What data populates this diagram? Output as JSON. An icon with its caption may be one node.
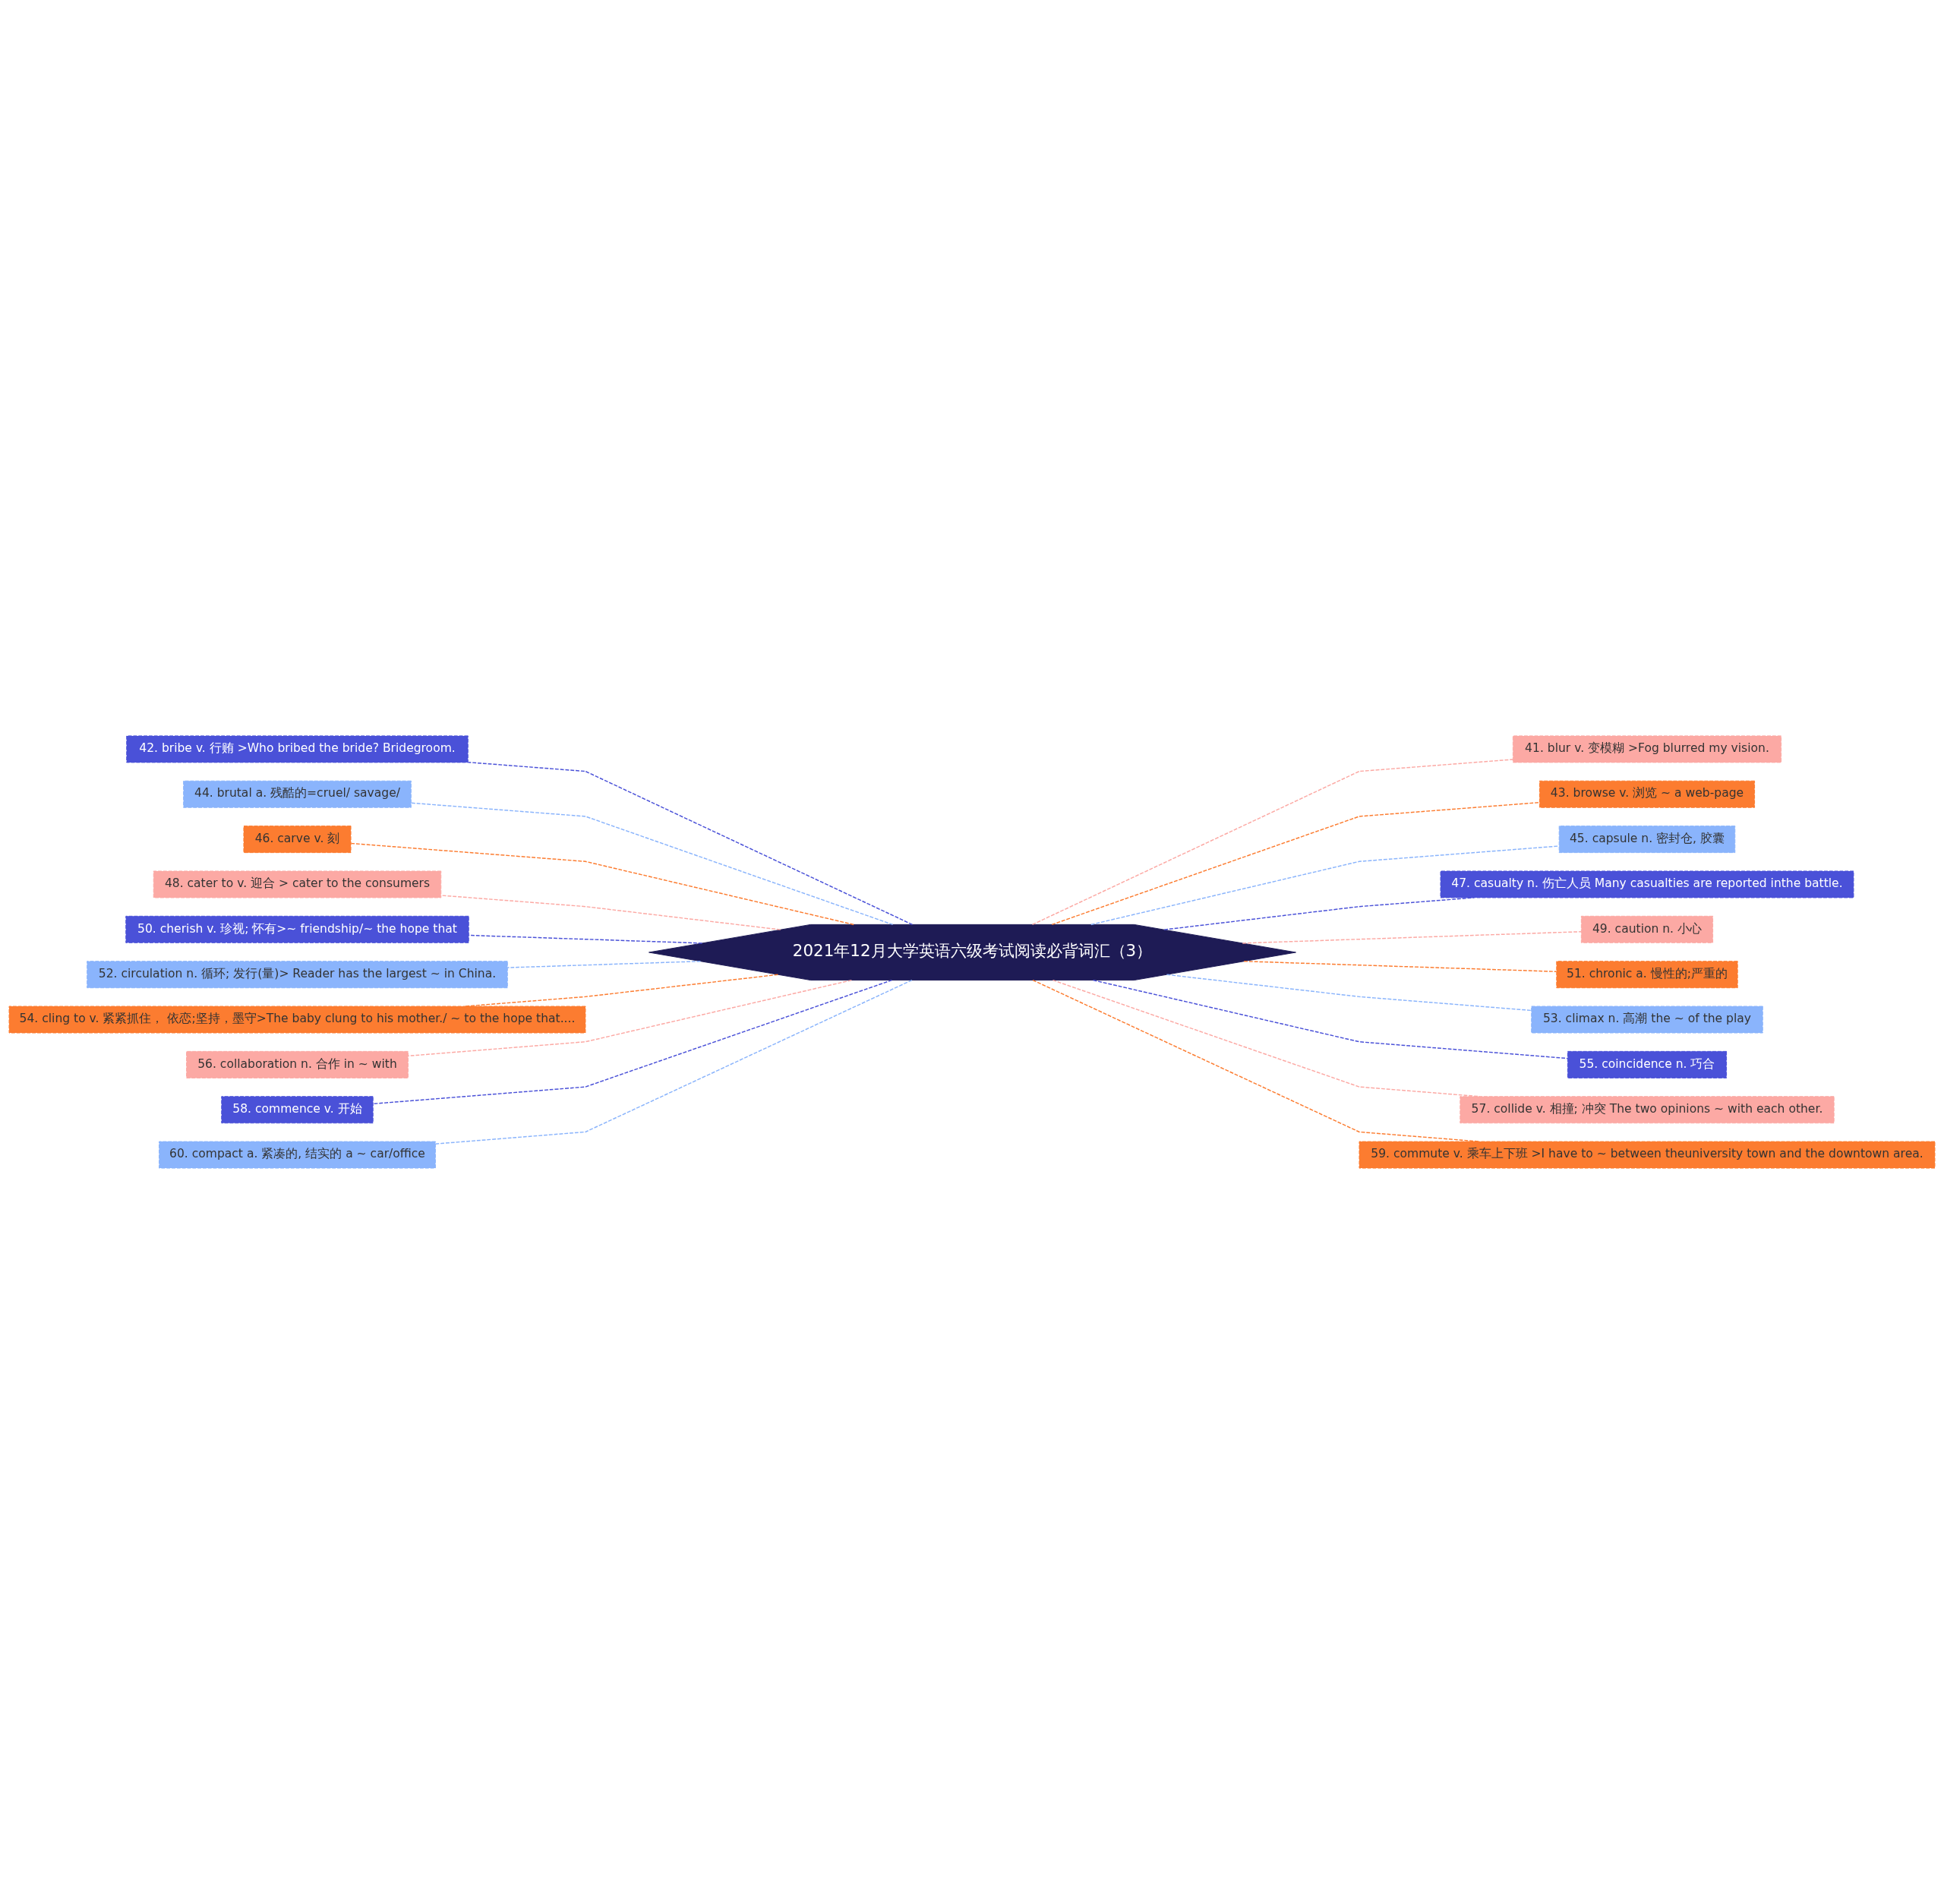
{
  "diagram": {
    "nodes": [
      {
        "text": [
          "2021年12月大学英语六级考试阅读必背词汇（3）"
        ]
      },
      {
        "text": [
          "42. bribe v. 行贿 >Who bribed the bride? Bridegroom."
        ]
      },
      {
        "text": [
          "44. brutal a. 残酷的=cruel/ savage/"
        ]
      },
      {
        "text": [
          "46. carve v. 刻"
        ]
      },
      {
        "text": [
          "48. cater to v. 迎合 > cater to the consumers"
        ]
      },
      {
        "text": [
          "50. cherish v. 珍视; 怀有>~ friendship/~ the hope that"
        ]
      },
      {
        "text": [
          "52. circulation n. 循环; 发行(量)> Reader has the largest ~ in China."
        ]
      },
      {
        "text": [
          "54. cling to v. 紧紧抓住， 依恋;坚持，墨守>The baby clung to his mother./ ~ to the hope that...."
        ]
      },
      {
        "text": [
          "56. collaboration n. 合作 in ~ with"
        ]
      },
      {
        "text": [
          "58. commence v. 开始"
        ]
      },
      {
        "text": [
          "60. compact a. 紧凑的, 结实的 a ~ car/office"
        ]
      },
      {
        "text": [
          "41. blur v. 变模糊 >Fog blurred my vision."
        ]
      },
      {
        "text": [
          "43. browse v. 浏览 ~ a web-page"
        ]
      },
      {
        "text": [
          "45. capsule n. 密封仓, 胶囊"
        ]
      },
      {
        "text": [
          "47. casualty n. 伤亡人员 Many casualties are reported inthe battle."
        ]
      },
      {
        "text": [
          "49. caution n. 小心"
        ]
      },
      {
        "text": [
          "51. chronic a. 慢性的;严重的"
        ]
      },
      {
        "text": [
          "53. climax n. 高潮 the ~ of the play"
        ]
      },
      {
        "text": [
          "55. coincidence n. 巧合"
        ]
      },
      {
        "text": [
          "57. collide v. 相撞; 冲突 The two opinions ~ with each other."
        ]
      },
      {
        "text": [
          "59. commute v. 乘车上下班 >I have to ~ between theuniversity town and the downtown area."
        ]
      }
    ],
    "edges": [
      {
        "from": 0,
        "to": 1,
        "arrow": "none",
        "style": "dashed",
        "color": "#4a51d8"
      },
      {
        "from": 0,
        "to": 2,
        "arrow": "none",
        "style": "dashed",
        "color": "#8ab4fc"
      },
      {
        "from": 0,
        "to": 3,
        "arrow": "none",
        "style": "dashed",
        "color": "#fc7c30"
      },
      {
        "from": 0,
        "to": 4,
        "arrow": "none",
        "style": "dashed",
        "color": "#fca9a4"
      },
      {
        "from": 0,
        "to": 5,
        "arrow": "none",
        "style": "dashed",
        "color": "#4a51d8"
      },
      {
        "from": 0,
        "to": 6,
        "arrow": "none",
        "style": "dashed",
        "color": "#8ab4fc"
      },
      {
        "from": 0,
        "to": 7,
        "arrow": "none",
        "style": "dashed",
        "color": "#fc7c30"
      },
      {
        "from": 0,
        "to": 8,
        "arrow": "none",
        "style": "dashed",
        "color": "#fca9a4"
      },
      {
        "from": 0,
        "to": 9,
        "arrow": "none",
        "style": "dashed",
        "color": "#4a51d8"
      },
      {
        "from": 0,
        "to": 10,
        "arrow": "none",
        "style": "dashed",
        "color": "#8ab4fc"
      },
      {
        "from": 0,
        "to": 11,
        "arrow": "none",
        "style": "dashed",
        "color": "#fca9a4"
      },
      {
        "from": 0,
        "to": 12,
        "arrow": "none",
        "style": "dashed",
        "color": "#fc7c30"
      },
      {
        "from": 0,
        "to": 13,
        "arrow": "none",
        "style": "dashed",
        "color": "#8ab4fc"
      },
      {
        "from": 0,
        "to": 14,
        "arrow": "none",
        "style": "dashed",
        "color": "#4a51d8"
      },
      {
        "from": 0,
        "to": 15,
        "arrow": "none",
        "style": "dashed",
        "color": "#fca9a4"
      },
      {
        "from": 0,
        "to": 16,
        "arrow": "none",
        "style": "dashed",
        "color": "#fc7c30"
      },
      {
        "from": 0,
        "to": 17,
        "arrow": "none",
        "style": "dashed",
        "color": "#8ab4fc"
      },
      {
        "from": 0,
        "to": 18,
        "arrow": "none",
        "style": "dashed",
        "color": "#4a51d8"
      },
      {
        "from": 0,
        "to": 19,
        "arrow": "none",
        "style": "dashed",
        "color": "#fca9a4"
      },
      {
        "from": 0,
        "to": 20,
        "arrow": "none",
        "style": "dashed",
        "color": "#fc7c30"
      }
    ]
  }
}
